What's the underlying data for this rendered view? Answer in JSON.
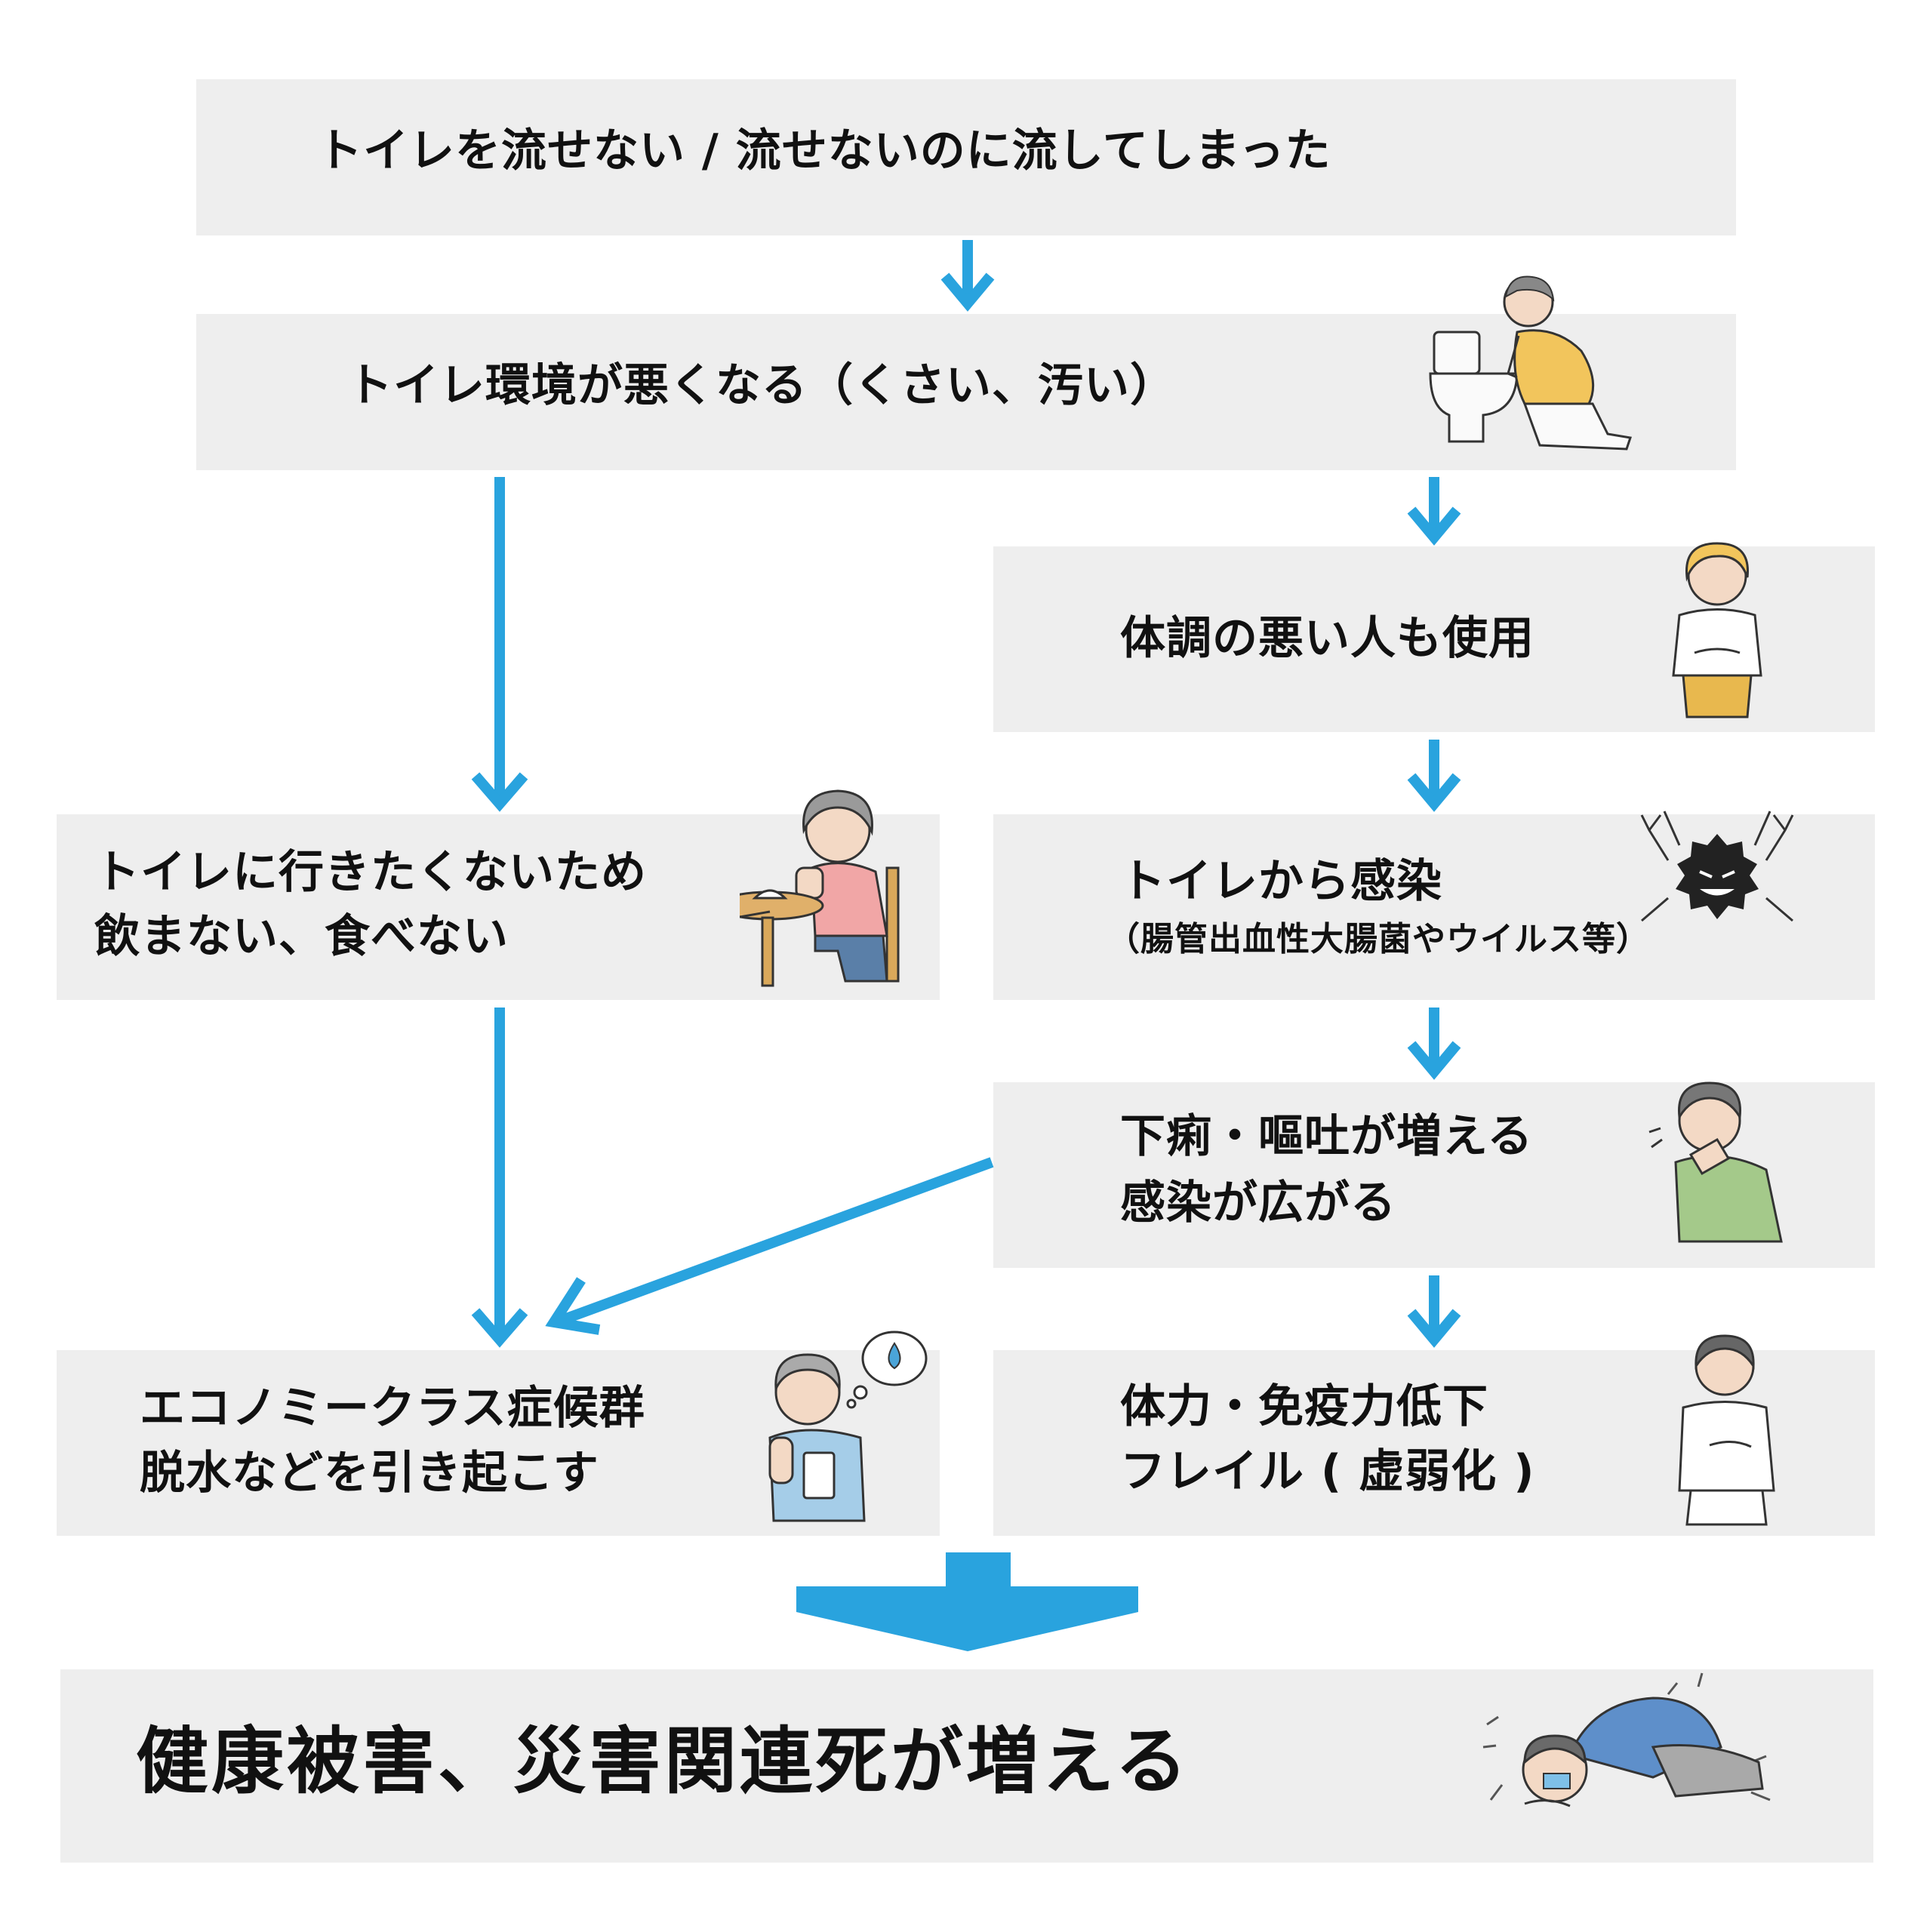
{
  "colors": {
    "arrow": "#29a3de",
    "box_bg": "#eeeeee",
    "text": "#111111"
  },
  "boxes": {
    "top": {
      "text": "トイレを流せない / 流せないのに流してしまった"
    },
    "environment": {
      "text": "トイレ環境が悪くなる（くさい、汚い）"
    },
    "sick_users": {
      "text": "体調の悪い人も使用"
    },
    "infection": {
      "line1": "トイレから感染",
      "line2": "（腸管出血性大腸菌やウイルス等）"
    },
    "avoid": {
      "line1": "トイレに行きたくないため",
      "line2": "飲まない、食べない"
    },
    "spread": {
      "line1": "下痢・嘔吐が増える",
      "line2": "感染が広がる"
    },
    "economy": {
      "line1": "エコノミークラス症候群",
      "line2": "脱水などを引き起こす"
    },
    "weak": {
      "line1": "体力・免疫力低下",
      "line2": "フレイル ( 虚弱化 )"
    },
    "final": {
      "text": "健康被害、災害関連死が増える"
    }
  },
  "illustrations": [
    {
      "name": "nauseous-person-toilet-icon"
    },
    {
      "name": "stomachache-person-icon"
    },
    {
      "name": "germ-icon"
    },
    {
      "name": "elderly-refusing-food-icon"
    },
    {
      "name": "vomiting-person-icon"
    },
    {
      "name": "dehydrated-elderly-icon"
    },
    {
      "name": "weak-person-icon"
    },
    {
      "name": "collapsed-person-icon"
    }
  ]
}
